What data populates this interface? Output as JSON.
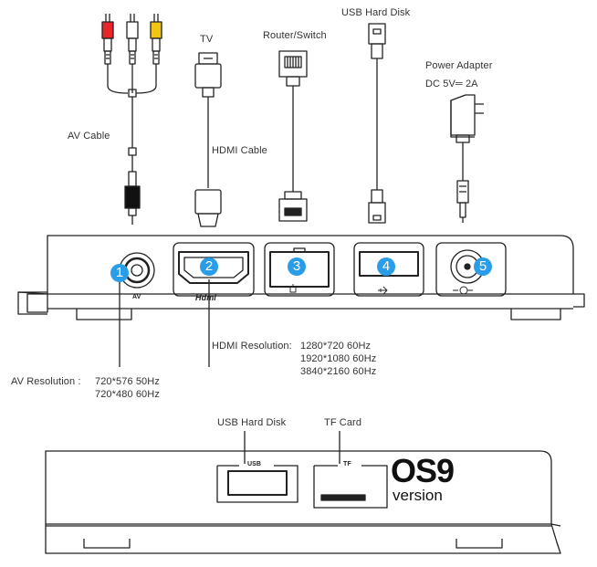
{
  "top_labels": {
    "av_cable": "AV Cable",
    "tv": "TV",
    "hdmi_cable": "HDMI Cable",
    "router_switch": "Router/Switch",
    "usb_hard_disk": "USB Hard Disk",
    "power_adapter": "Power Adapter",
    "power_spec": "DC 5V═ 2A"
  },
  "ports": [
    {
      "number": "1",
      "label": "AV"
    },
    {
      "number": "2",
      "label": "Hdmi"
    },
    {
      "number": "3",
      "label": ""
    },
    {
      "number": "4",
      "label": ""
    },
    {
      "number": "5",
      "label": ""
    }
  ],
  "hdmi_resolution": {
    "title": "HDMI Resolution:",
    "lines": [
      "1280*720   60Hz",
      "1920*1080  60Hz",
      "3840*2160  60Hz"
    ]
  },
  "av_resolution": {
    "title": "AV Resolution :",
    "lines": [
      "720*576  50Hz",
      "720*480  60Hz"
    ]
  },
  "front": {
    "usb_hard_disk": "USB Hard Disk",
    "tf_card": "TF Card",
    "usb_slot": "USB",
    "tf_slot": "TF",
    "logo_main": "OS9",
    "logo_sub": "version"
  },
  "colors": {
    "badge": "#2a9de8",
    "rca_red": "#e8262a",
    "rca_white": "#ffffff",
    "rca_yellow": "#f2c515",
    "line": "#222222"
  }
}
